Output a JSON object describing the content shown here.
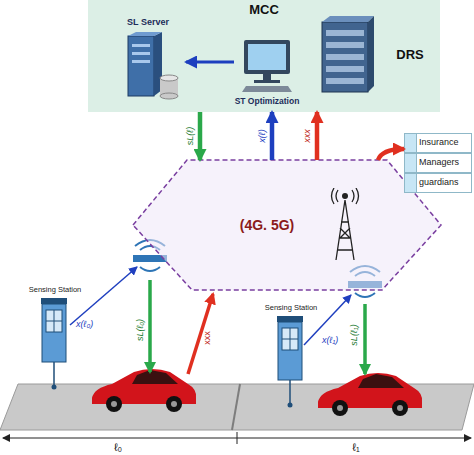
{
  "diagram": {
    "nodes": [
      {
        "text": [
          "MCC"
        ]
      },
      {
        "text": [
          "SL Server"
        ],
        "in": 0
      },
      {
        "text": [
          "ST Optimization"
        ],
        "in": 0
      },
      {
        "text": [
          "DRS"
        ],
        "in": 0
      },
      {
        "text": [
          "(4G. 5G)"
        ]
      },
      {
        "text": [
          "Insurance",
          "Managers",
          "guardians"
        ]
      },
      {
        "text": [
          "Sensing Station"
        ]
      },
      {
        "text": [
          "Sensing Station"
        ]
      }
    ],
    "edges": [
      {
        "from": 2,
        "to": 1,
        "arrow": "to"
      },
      {
        "from": 0,
        "to": 4,
        "arrow": "to",
        "label": "sL(ℓ)"
      },
      {
        "from": 4,
        "to": 0,
        "arrow": "to",
        "label": "x(ℓ)"
      },
      {
        "from": 4,
        "to": 0,
        "arrow": "to",
        "label": "xxx"
      },
      {
        "from": 4,
        "to": 5,
        "arrow": "to"
      }
    ],
    "labels": [
      "x(ℓ₀)",
      "sL(ℓ₀)",
      "xxx",
      "x(ℓ₁)",
      "sL(ℓ₁)",
      "ℓ₀",
      "ℓ₁"
    ]
  }
}
